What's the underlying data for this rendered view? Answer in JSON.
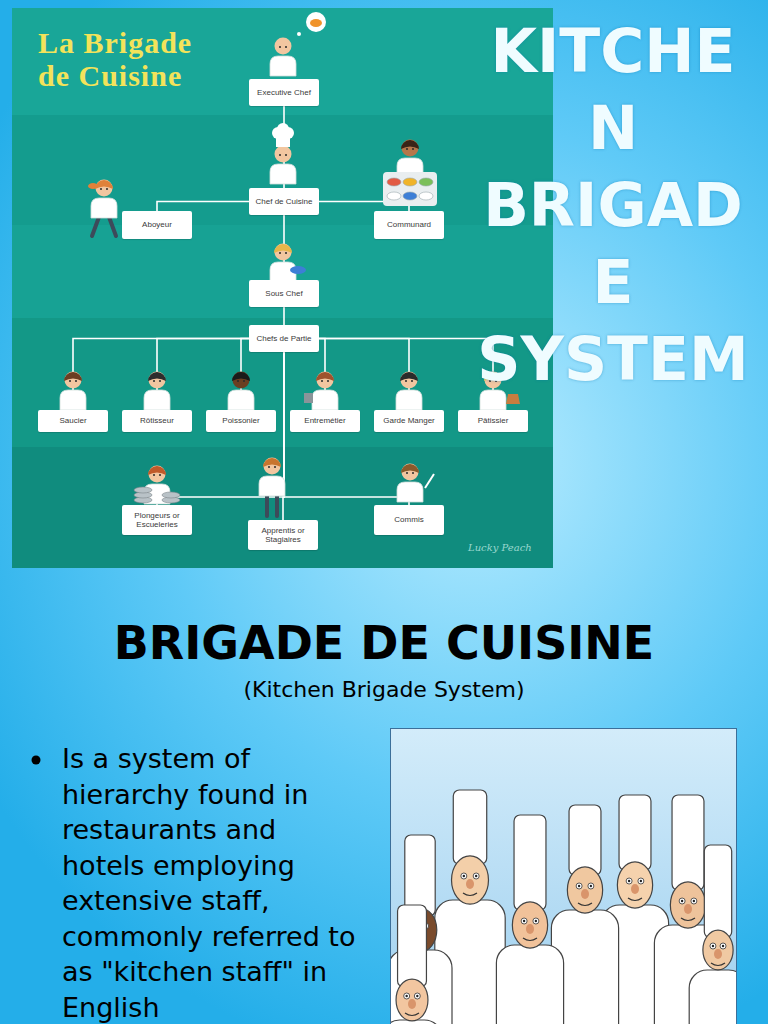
{
  "diagram": {
    "title": "KITCHEN BRIGADE SYSTEM",
    "nodes": [
      {
        "text": [
          "Executive Chef"
        ]
      },
      {
        "text": [
          "Chef de Cuisine"
        ]
      },
      {
        "text": [
          "Aboyeur"
        ]
      },
      {
        "text": [
          "Communard"
        ]
      },
      {
        "text": [
          "Sous Chef"
        ]
      },
      {
        "text": [
          "Chefs de Partie"
        ]
      },
      {
        "text": [
          "Saucier"
        ]
      },
      {
        "text": [
          "Rôtisseur"
        ]
      },
      {
        "text": [
          "Poissonier"
        ]
      },
      {
        "text": [
          "Entremétier"
        ]
      },
      {
        "text": [
          "Garde Manger"
        ]
      },
      {
        "text": [
          "Pâtissier"
        ]
      },
      {
        "text": [
          "Plongeurs or Escueleries"
        ]
      },
      {
        "text": [
          "Commis"
        ]
      },
      {
        "text": [
          "Apprentis or Stagiaires"
        ]
      }
    ],
    "edges": [
      {
        "from": 0,
        "to": 1,
        "arrow": "none"
      },
      {
        "from": 1,
        "to": 2,
        "arrow": "none"
      },
      {
        "from": 1,
        "to": 3,
        "arrow": "none"
      },
      {
        "from": 1,
        "to": 4,
        "arrow": "none"
      },
      {
        "from": 4,
        "to": 5,
        "arrow": "none"
      },
      {
        "from": 5,
        "to": 6,
        "arrow": "none"
      },
      {
        "from": 5,
        "to": 7,
        "arrow": "none"
      },
      {
        "from": 5,
        "to": 8,
        "arrow": "none"
      },
      {
        "from": 5,
        "to": 9,
        "arrow": "none"
      },
      {
        "from": 5,
        "to": 10,
        "arrow": "none"
      },
      {
        "from": 5,
        "to": 11,
        "arrow": "none"
      },
      {
        "from": 5,
        "to": 12,
        "arrow": "none"
      },
      {
        "from": 5,
        "to": 13,
        "arrow": "none"
      },
      {
        "from": 5,
        "to": 14,
        "arrow": "none"
      }
    ],
    "labels": [
      "La Brigade de Cuisine",
      "Lucky Peach",
      "BRIGADE DE CUISINE",
      "(Kitchen Brigade System)",
      "Is a system of hierarchy found in restaurants and hotels employing extensive staff, commonly referred to as \"kitchen staff\" in English"
    ]
  }
}
